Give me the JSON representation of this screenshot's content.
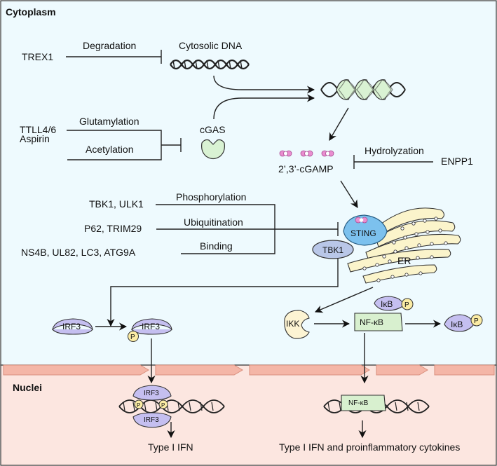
{
  "regions": {
    "cytoplasm": "Cytoplasm",
    "nuclei": "Nuclei"
  },
  "upstream": {
    "trex1": "TREX1",
    "degradation": "Degradation",
    "cytosolic_dna": "Cytosolic DNA",
    "ttll": "TTLL4/6",
    "glutamylation": "Glutamylation",
    "aspirin": "Aspirin",
    "acetylation": "Acetylation",
    "cgas": "cGAS",
    "hydrolyzation": "Hydrolyzation",
    "enpp1": "ENPP1",
    "cgamp": "2’,3’-cGAMP"
  },
  "sting_regulators": {
    "row1_left": "TBK1, ULK1",
    "row1_mod": "Phosphorylation",
    "row2_left": "P62, TRIM29",
    "row2_mod": "Ubiquitination",
    "row3_left": "NS4B, UL82, LC3, ATG9A",
    "row3_mod": "Binding"
  },
  "complex": {
    "sting": "STING",
    "tbk1": "TBK1",
    "er": "ER"
  },
  "irf_branch": {
    "irf3_a": "IRF3",
    "irf3_b": "IRF3",
    "p": "P",
    "dimer_top": "IRF3",
    "dimer_bottom": "IRF3",
    "output": "Type I IFN"
  },
  "nfkb_branch": {
    "ikk": "IKK",
    "nfkb": "NF-κB",
    "ikb": "IκB",
    "ikb_free": "IκB",
    "p": "P",
    "nuc_nfkb": "NF-κB",
    "output": "Type I IFN and proinflammatory cytokines"
  },
  "colors": {
    "cytoplasm_bg": "#eefafe",
    "nucleus_bg": "#fce6e0",
    "membrane": "#f4b6a7",
    "cgas": "#d9f2d3",
    "cgamp": "#e98ed0",
    "sting": "#7cc1ee",
    "tbk1": "#b9c7e8",
    "er": "#fbf4cb",
    "irf3": "#c5bff0",
    "phospho": "#fbeca4",
    "nfkb": "#d8f0cf",
    "ikk": "#fdf4d3"
  }
}
